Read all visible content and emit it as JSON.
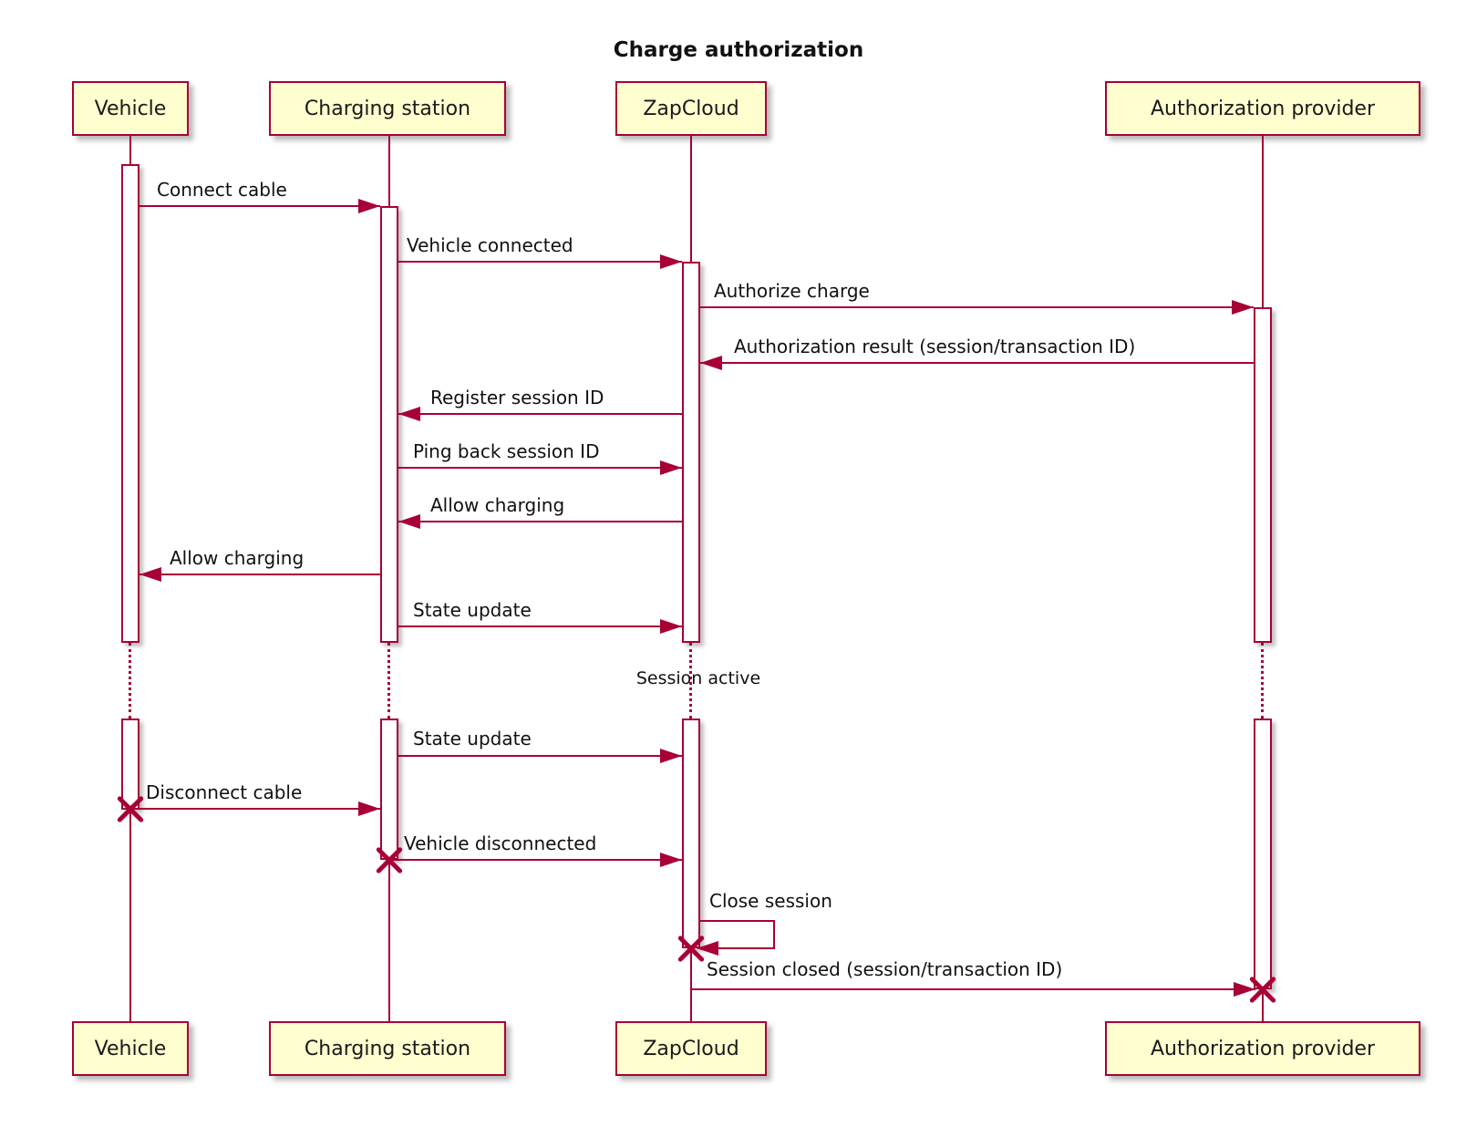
{
  "title": "Charge authorization",
  "colors": {
    "accent": "#A80036",
    "participant_fill": "#FEFECE",
    "text": "#111111",
    "background": "#FFFFFF"
  },
  "participants": [
    {
      "name": "Vehicle"
    },
    {
      "name": "Charging station"
    },
    {
      "name": "ZapCloud"
    },
    {
      "name": "Authorization provider"
    }
  ],
  "divider": {
    "label": "Session active"
  },
  "messages": [
    {
      "label": "Connect cable",
      "from": "Vehicle",
      "to": "Charging station"
    },
    {
      "label": "Vehicle connected",
      "from": "Charging station",
      "to": "ZapCloud"
    },
    {
      "label": "Authorize charge",
      "from": "ZapCloud",
      "to": "Authorization provider"
    },
    {
      "label": "Authorization result (session/transaction ID)",
      "from": "Authorization provider",
      "to": "ZapCloud"
    },
    {
      "label": "Register session ID",
      "from": "ZapCloud",
      "to": "Charging station"
    },
    {
      "label": "Ping back session ID",
      "from": "Charging station",
      "to": "ZapCloud"
    },
    {
      "label": "Allow charging",
      "from": "ZapCloud",
      "to": "Charging station"
    },
    {
      "label": "Allow charging",
      "from": "Charging station",
      "to": "Vehicle"
    },
    {
      "label": "State update",
      "from": "Charging station",
      "to": "ZapCloud"
    },
    {
      "label": "State update",
      "from": "Charging station",
      "to": "ZapCloud"
    },
    {
      "label": "Disconnect cable",
      "from": "Vehicle",
      "to": "Charging station",
      "destroys": "Vehicle"
    },
    {
      "label": "Vehicle disconnected",
      "from": "Charging station",
      "to": "ZapCloud",
      "destroys": "Charging station"
    },
    {
      "label": "Close session",
      "from": "ZapCloud",
      "to": "ZapCloud",
      "destroys": "ZapCloud"
    },
    {
      "label": "Session closed (session/transaction ID)",
      "from": "ZapCloud",
      "to": "Authorization provider",
      "destroys": "Authorization provider"
    }
  ]
}
